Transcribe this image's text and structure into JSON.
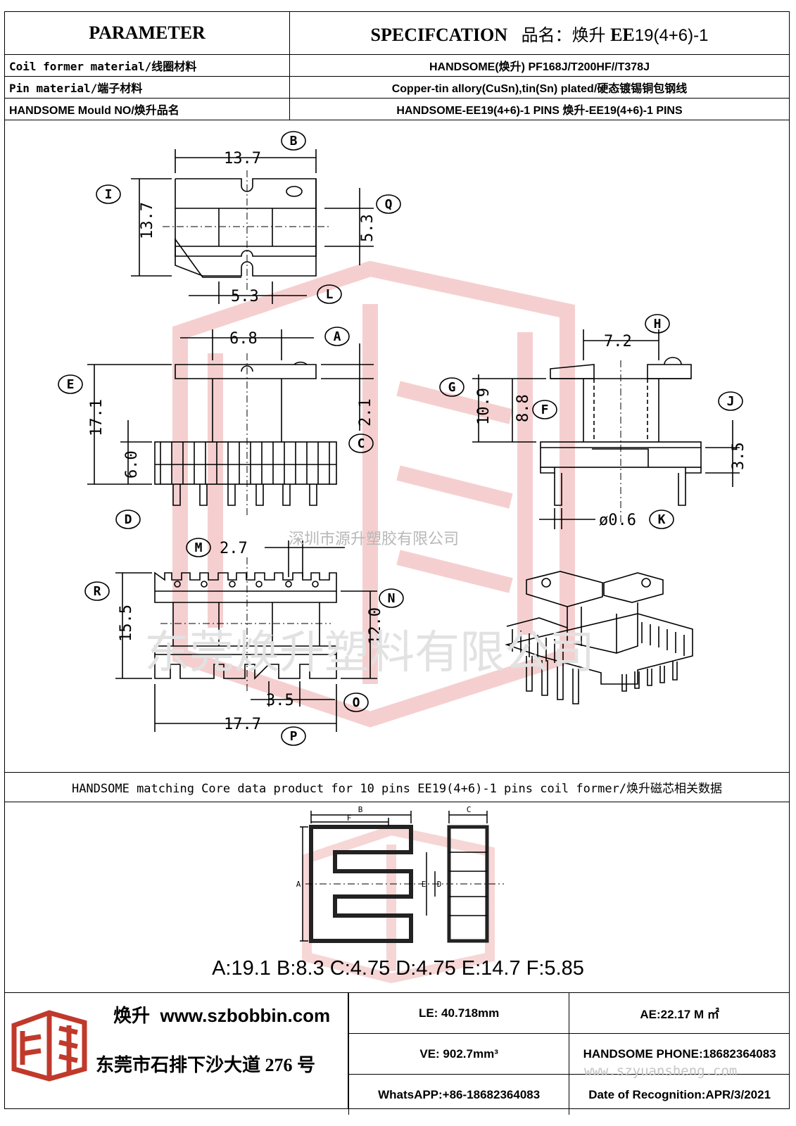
{
  "header": {
    "param_title": "PARAMETER",
    "spec_title": "SPECIFCATION",
    "product_label": "品名：",
    "product_brand": "焕升",
    "product_model_a": "EE",
    "product_model_b": "19(4+6)-1"
  },
  "rows": [
    {
      "label": "Coil former material/线圈材料",
      "value": "HANDSOME(焕升)   PF168J/T200HF//T378J"
    },
    {
      "label": "Pin material/端子材料",
      "value": "Copper-tin allory(CuSn),tin(Sn) plated/硬态镀锡铜包钢线"
    },
    {
      "label": "HANDSOME Mould NO/焕升品名",
      "value": "HANDSOME-EE19(4+6)-1 PINS    焕升-EE19(4+6)-1 PINS"
    }
  ],
  "dims": {
    "b_top": "13.7",
    "i_side": "13.7",
    "q_val": "5.3",
    "l_val": "5.3",
    "a_val": "6.8",
    "e_val": "17.1",
    "c_val": "2.1",
    "d_val": "6.0",
    "h_val": "7.2",
    "g_val": "10.9",
    "f_val": "8.8",
    "j_val": "3.5",
    "k_val": "ø0.6",
    "m_val": "2.7",
    "r_val": "15.5",
    "n_val": "12.0",
    "o_val": "3.5",
    "p_val": "17.7"
  },
  "letters": [
    "B",
    "I",
    "Q",
    "L",
    "A",
    "E",
    "C",
    "D",
    "H",
    "G",
    "F",
    "J",
    "K",
    "M",
    "R",
    "N",
    "O",
    "P"
  ],
  "watermarks": {
    "company_small": "深圳市源升塑胶有限公司",
    "company_big": "东莞焕升塑料有限公司",
    "website": "www.szyuansheng.com"
  },
  "core": {
    "band_text": "HANDSOME matching Core data  product for 10 pins EE19(4+6)-1 pins coil former/焕升磁芯相关数据",
    "labels": [
      "B",
      "F",
      "C",
      "A",
      "E",
      "D"
    ],
    "dims_text": "A:19.1 B:8.3 C:4.75 D:4.75 E:14.7 F:5.85"
  },
  "footer": {
    "brand_name": "焕升",
    "website": "www.szbobbin.com",
    "address": "东莞市石排下沙大道 276 号",
    "le": "LE: 40.718mm",
    "ae": "AE:22.17 M ㎡",
    "ve": "VE: 902.7mm³",
    "phone": "HANDSOME PHONE:18682364083",
    "whatsapp": "WhatsAPP:+86-18682364083",
    "date": "Date of Recognition:APR/3/2021"
  },
  "colors": {
    "logo_red": "#c0392b",
    "watermark": "#f3c4c4"
  }
}
